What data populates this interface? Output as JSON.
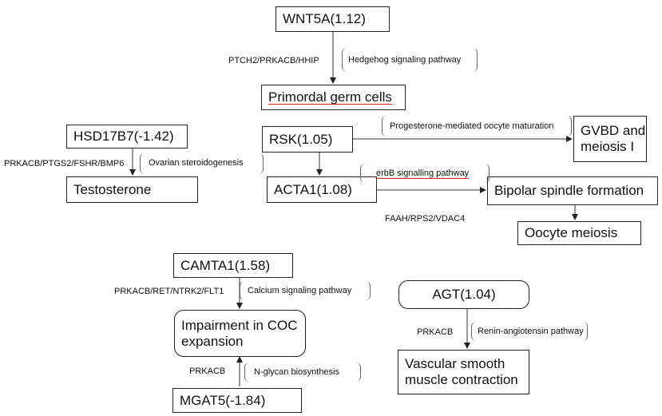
{
  "nodes": {
    "wnt5a": "WNT5A(1.12)",
    "primordial": "Primordal germ cells",
    "hsd17b7": "HSD17B7(-1.42)",
    "testosterone": "Testosterone",
    "rsk": "RSK(1.05)",
    "gvbd": "GVBD and meiosis I",
    "acta1": "ACTA1(1.08)",
    "bipolar": "Bipolar spindle formation",
    "oocyte": "Oocyte meiosis",
    "camta1": "CAMTA1(1.58)",
    "impairment": "Impairment in COC expansion",
    "mgat5": "MGAT5(-1.84)",
    "agt": "AGT(1.04)",
    "vascular": "Vascular smooth muscle contraction"
  },
  "pathways": {
    "hedgehog": "Hedgehog signaling pathway",
    "ovarian": "Ovarian steroidogenesis",
    "progesterone": "Progesterone-mediated oocyte maturation",
    "erbb": "erbB signalling pathway",
    "calcium": "Calcium signaling pathway",
    "nglycan": "N-glycan biosynthesis",
    "renin": "Renin-angiotensin pathway"
  },
  "genes": {
    "ptch2": "PTCH2/PRKACB/HHIP",
    "prkacb_ptgs2": "PRKACB/PTGS2/FSHR/BMP6",
    "faah": "FAAH/RPS2/VDAC4",
    "prkacb_ret": "PRKACB/RET/NTRK2/FLT1",
    "prkacb_mgat": "PRKACB",
    "prkacb_agt": "PRKACB"
  }
}
